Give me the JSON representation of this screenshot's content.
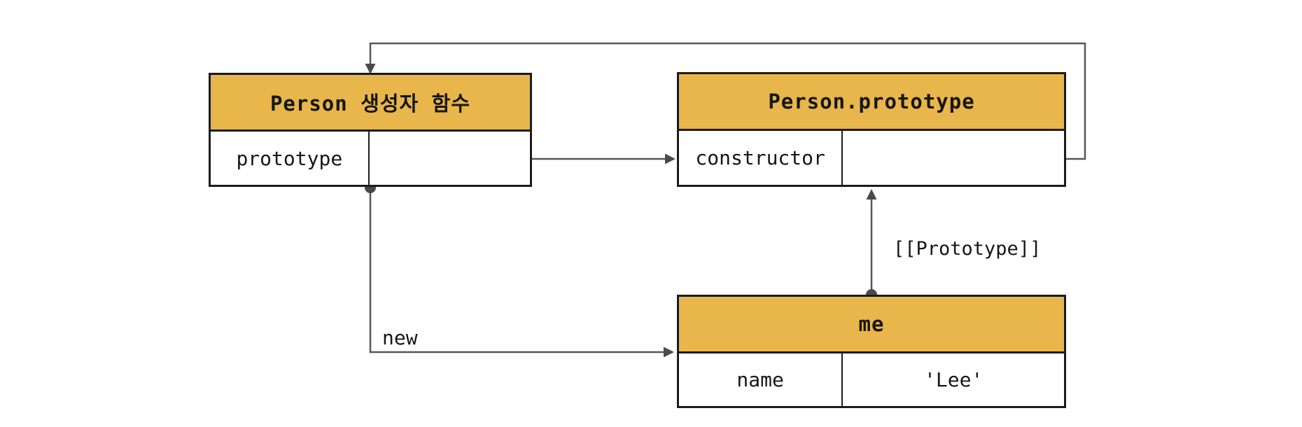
{
  "colors": {
    "header_fill": "#e8b64b",
    "box_border": "#1c1c1c",
    "connector": "#575757",
    "node_dot": "#4a4a4a",
    "text": "#161616",
    "background": "#ffffff"
  },
  "boxes": {
    "person_constructor": {
      "title": "Person 생성자 함수",
      "rows": [
        {
          "key": "prototype",
          "value": ""
        }
      ]
    },
    "person_prototype": {
      "title": "Person.prototype",
      "rows": [
        {
          "key": "constructor",
          "value": ""
        }
      ]
    },
    "me": {
      "title": "me",
      "rows": [
        {
          "key": "name",
          "value": "'Lee'"
        }
      ]
    }
  },
  "edges": {
    "new_label": "new",
    "prototype_link_label": "[[Prototype]]"
  }
}
